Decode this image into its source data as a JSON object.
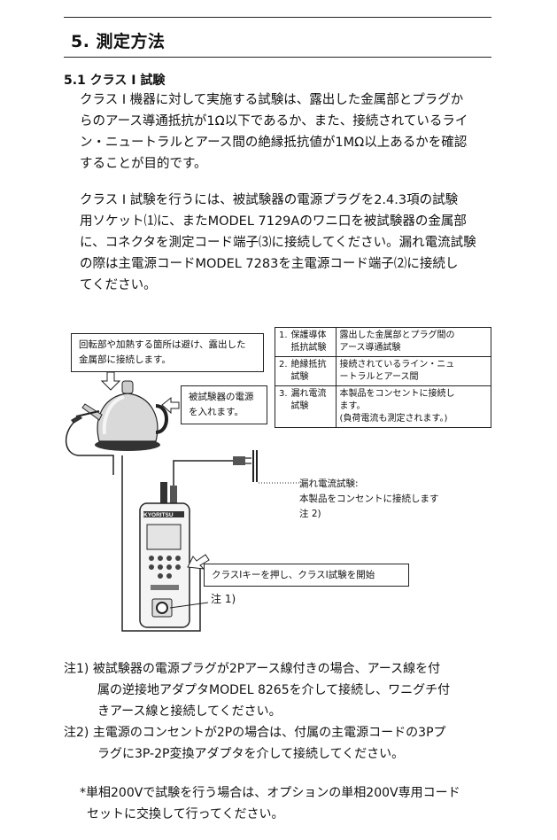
{
  "section": {
    "title": "5. 測定方法"
  },
  "subsection": {
    "title": "5.1 クラス I 試験"
  },
  "paragraphs": [
    {
      "lines": [
        "クラス Ⅰ 機器に対して実施する試験は、露出した金属部とプラグか",
        "らのアース導通抵抗が1Ω以下であるか、また、接続されているライ",
        "ン・ニュートラルとアース間の絶縁抵抗値が1MΩ以上あるかを確認",
        "することが目的です。"
      ]
    },
    {
      "lines": [
        "クラス Ⅰ 試験を行うには、被試験器の電源プラグを2.4.3項の試験",
        "用ソケット⑴に、またMODEL 7129Aのワニ口を被試験器の金属部",
        "に、コネクタを測定コード端子⑶に接続してください。漏れ電流試験",
        "の際は主電源コードMODEL 7283を主電源コード端子⑵に接続し",
        "てください。"
      ]
    }
  ],
  "figure": {
    "callout_metal": [
      "回転部や加熱する箇所は避け、露出した",
      "金属部に接続します。"
    ],
    "callout_power": [
      "被試験器の電源",
      "を入れます。"
    ],
    "table_rows": [
      {
        "num": "1.",
        "name": [
          "保護導体",
          "抵抗試験"
        ],
        "desc": [
          "露出した金属部とプラグ間の",
          "アース導通試験"
        ]
      },
      {
        "num": "2.",
        "name": [
          "絶縁抵抗",
          "試験"
        ],
        "desc": [
          "接続されているライン・ニュ",
          "ートラルとアース間"
        ]
      },
      {
        "num": "3.",
        "name": [
          "漏れ電流",
          "試験"
        ],
        "desc": [
          "本製品をコンセントに接続し",
          "ます。",
          "(負荷電流も測定されます。)"
        ]
      }
    ],
    "leak_note": [
      "漏れ電流試験:",
      "本製品をコンセントに接続します",
      "注 2)"
    ],
    "callout_start": "クラスⅠキーを押し、クラスⅠ試験を開始",
    "note1_label": "注 1)",
    "device_brand": "KYORITSU"
  },
  "notes": [
    {
      "label": "注1)",
      "lines": [
        "被試験器の電源プラグが2Pアース線付きの場合、アース線を付",
        "属の逆接地アダプタMODEL 8265を介して接続し、ワニグチ付",
        "きアース線と接続してください。"
      ]
    },
    {
      "label": "注2)",
      "lines": [
        "主電源のコンセントが2Pの場合は、付属の主電源コードの3Pプ",
        "ラグに3P-2P変換アダプタを介して接続してください。"
      ]
    }
  ],
  "footnote": {
    "lines": [
      "*単相200Vで試験を行う場合は、オプションの単相200V専用コード",
      "セットに交換して行ってください。"
    ]
  }
}
